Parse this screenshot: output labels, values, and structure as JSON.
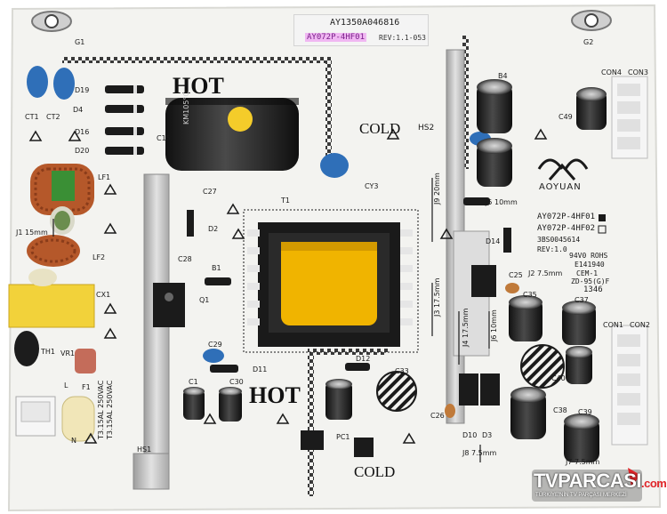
{
  "board": {
    "hot_label_top": "HOT",
    "hot_label_bottom": "HOT",
    "cold_label_top": "COLD",
    "cold_label_bottom": "COLD",
    "hs2": "HS2",
    "brand": "AOYUAN",
    "serial_sticker": "AY1350A046816",
    "model_sticker": "AY072P-4HF01",
    "rev_sticker": "REV:1.1-053",
    "model_print_1": "AY072P-4HF01",
    "model_print_2": "AY072P-4HF02",
    "part_number": "3BS0045614",
    "revision": "REV:1.0",
    "rohs": "94V0 ROHS",
    "cert": "E141940",
    "cem": "CEM-1",
    "zd": "ZD-95(G)F",
    "date_code": "1346",
    "j9": "J9 20mm",
    "j3": "J3 17.5mm",
    "j5": "J5 10mm",
    "j1": "J1 15mm",
    "j2": "J2 7.5mm",
    "j7": "J7 7.5mm",
    "j8": "J8 7.5mm",
    "j4": "J4 17.5mm",
    "j6": "J6 10mm",
    "fuse": "T3.15AL 250VAC",
    "fuse2": "T3.15AL 250VAC",
    "cap_print": "KM105°C",
    "refs": [
      "G1",
      "G2",
      "CT1",
      "CT2",
      "D19",
      "D4",
      "D16",
      "D20",
      "C15",
      "LF1",
      "LF2",
      "CX1",
      "TH1",
      "VR1",
      "F1",
      "L",
      "N",
      "C27",
      "CY3",
      "T1",
      "D2",
      "C28",
      "B1",
      "Q1",
      "C29",
      "D11",
      "C1",
      "C30",
      "D12",
      "C33",
      "PC1",
      "C26",
      "D10",
      "D3",
      "C40",
      "C37",
      "C38",
      "C39",
      "CON1",
      "CON2",
      "CON3",
      "CON4",
      "C49",
      "B4",
      "C35",
      "D14",
      "C25",
      "HS1"
    ],
    "watermark": "TVPARCASI",
    "watermark_tag": ".com",
    "watermark_sub": "TÜRKİYE'NİN TV PARÇASI MERKEZİ"
  },
  "colors": {
    "pcb": "#f3f3f0",
    "silkscreen": "#2a2a2a",
    "heatsink": "#c8c8c8",
    "transformer_core": "#1a1a1a",
    "transformer_winding": "#f0b400",
    "cap_black": "#222222",
    "cap_blue": "#2f6fb8",
    "coil_copper": "#b5582a",
    "x_cap_yellow": "#f2d23a"
  }
}
